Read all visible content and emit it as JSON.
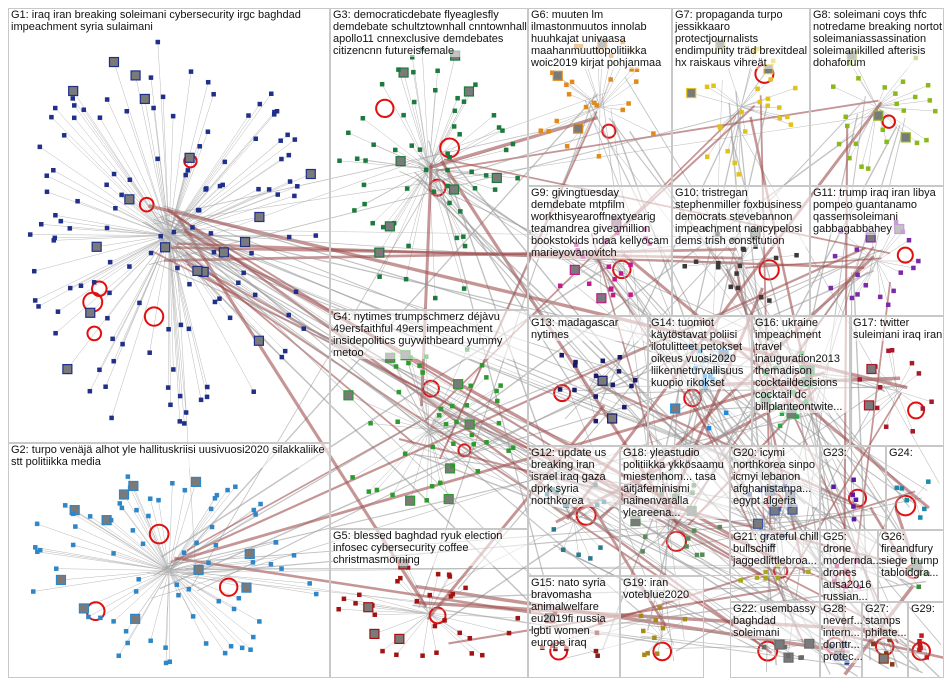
{
  "groups": [
    {
      "id": "G1",
      "label": "G1: iraq iran breaking soleimani cybersecurity irgc baghdad impeachment syria sulaimani",
      "color": "#1f2f8a"
    },
    {
      "id": "G2",
      "label": "G2: turpo venäjä alhot yle hallituskriisi uusivuosi2020 silakkaliike stt politiikka media",
      "color": "#2d86c8"
    },
    {
      "id": "G3",
      "label": "G3: democraticdebate flyeaglesfly demdebate schultztownhall cnntownhall apollo11 cnnexclusive demdebates citizencnn futureisfemale",
      "color": "#1b7a3c"
    },
    {
      "id": "G4",
      "label": "G4: nytimes trumpschmerz déjàvu 49ersfaithful 49ers impeachment insidepolitics guywithbeard yummy metoo",
      "color": "#2e9a2e"
    },
    {
      "id": "G5",
      "label": "G5: blessed baghdad ryuk election infosec cybersecurity coffee christmasmorning",
      "color": "#a31212"
    },
    {
      "id": "G6",
      "label": "G6: muuten lm ilmastonmuutos innolab huuhkajat univaasa maahanmuuttopolitiikka woic2019 kirjat pohjanmaa",
      "color": "#e08a1a"
    },
    {
      "id": "G7",
      "label": "G7: propaganda turpo jessikkaaro protectjournalists endimpunity träd brexitdeal hx raiskaus vihreät",
      "color": "#e0c21a"
    },
    {
      "id": "G8",
      "label": "G8: soleimani coys thfc notredame breaking nortot soleimaniassassination soleimanikilled afterisis dohaforum",
      "color": "#8ab81a"
    },
    {
      "id": "G9",
      "label": "G9: givingtuesday demdebate mtpfilm workthisyearoffnextyearig teamandrea giveamillion bookstokids ndaa kellyocam marieyovanovitch",
      "color": "#c21a8a"
    },
    {
      "id": "G10",
      "label": "G10: tristregan stephenmiller foxbusiness democrats stevebannon impeachment nancypelosi dems trish constitution",
      "color": "#3a3a3a"
    },
    {
      "id": "G11",
      "label": "G11: trump iraq iran libya pompeo guantanamo qassemsoleimani gabbagabbahey",
      "color": "#7a2aa8"
    },
    {
      "id": "G12",
      "label": "G12: update us breaking iran israel iraq gaza dprk syria northkorea",
      "color": "#2a7a8a"
    },
    {
      "id": "G13",
      "label": "G13: madagascar nytimes",
      "color": "#1a1a6a"
    },
    {
      "id": "G14",
      "label": "G14: tuomiot käytöstavat poliisi ilotulitteet petokset oikeus vuosi2020 liikenneturvallisuus kuopio rikokset",
      "color": "#1a8ae0"
    },
    {
      "id": "G15",
      "label": "G15: nato syria bravomasha animalwelfare eu2019fi russia lgbti women europe iraq",
      "color": "#8a1a1a"
    },
    {
      "id": "G16",
      "label": "G16: ukraine impeachment travel inauguration2013 themadison cocktaildecisions cocktail dc billplanteontwite...",
      "color": "#2aa84a"
    },
    {
      "id": "G17",
      "label": "G17: twitter suleimani iraq iran",
      "color": "#a81a2a"
    },
    {
      "id": "G18",
      "label": "G18: yleastudio politiikka ykkösaamu miestenhom... tasa äitjäfeminismi nainenvaralla yleareena...",
      "color": "#5a8a5a"
    },
    {
      "id": "G19",
      "label": "G19: iran voteblue2020",
      "color": "#a88a1a"
    },
    {
      "id": "G20",
      "label": "G20: icymi northkorea sinpo icmyi lebanon afghanistanpa... egypt algeria",
      "color": "#3a5aa8"
    },
    {
      "id": "G21",
      "label": "G21: grateful chill bullschiff jaggedlittlebroa...",
      "color": "#a8a81a"
    },
    {
      "id": "G22",
      "label": "G22: usembassy baghdad soleimani",
      "color": "#6a6a6a"
    },
    {
      "id": "G23",
      "label": "G23:",
      "color": "#5a1aa8"
    },
    {
      "id": "G24",
      "label": "G24:",
      "color": "#1a8aa8"
    },
    {
      "id": "G25",
      "label": "G25: drone modernda... drones ausa2016 russian...",
      "color": "#a81a6a"
    },
    {
      "id": "G26",
      "label": "G26: fireandfury siege trump tabloidgra...",
      "color": "#3a8a3a"
    },
    {
      "id": "G27",
      "label": "G27: stamps philate...",
      "color": "#8a3a1a"
    },
    {
      "id": "G28",
      "label": "G28: neverf... intern... donttr... protec...",
      "color": "#1a3a8a"
    },
    {
      "id": "G29",
      "label": "G29:",
      "color": "#c21a1a"
    }
  ]
}
